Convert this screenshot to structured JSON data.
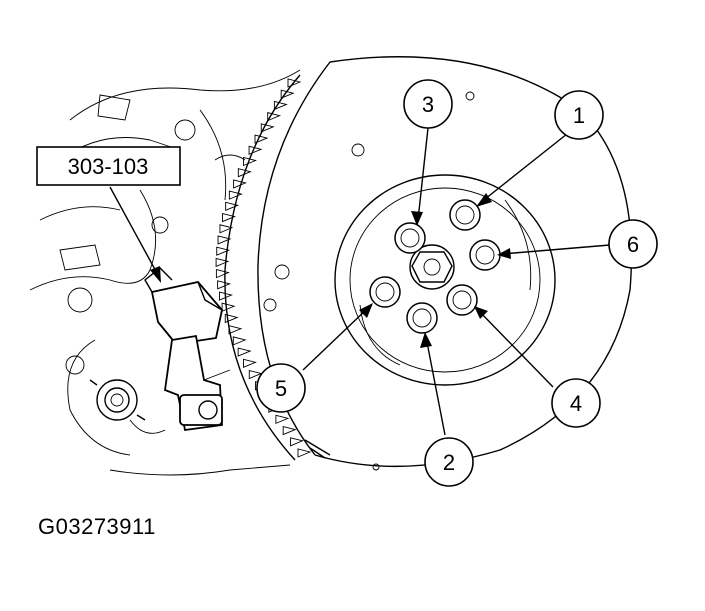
{
  "diagram": {
    "tool_label": "303-103",
    "figure_id": "G03273911",
    "callouts": [
      {
        "id": "callout-1",
        "number": "1"
      },
      {
        "id": "callout-2",
        "number": "2"
      },
      {
        "id": "callout-3",
        "number": "3"
      },
      {
        "id": "callout-4",
        "number": "4"
      },
      {
        "id": "callout-5",
        "number": "5"
      },
      {
        "id": "callout-6",
        "number": "6"
      }
    ]
  },
  "colors": {
    "line": "#000000",
    "background": "#ffffff"
  }
}
